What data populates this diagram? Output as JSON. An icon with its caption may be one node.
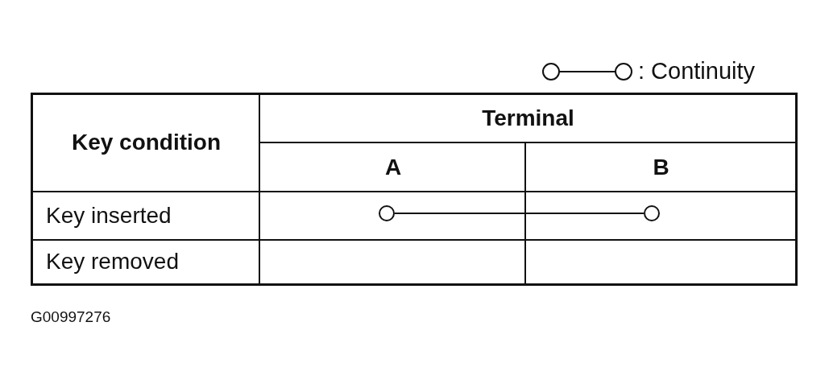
{
  "diagram": {
    "nodes": [
      {
        "text": [],
        "shape": "circle"
      },
      {
        "text": [],
        "shape": "circle"
      }
    ],
    "edges": [
      {
        "from": 0,
        "to": 1,
        "arrow": "none"
      }
    ],
    "labels": [
      "Key condition",
      "Terminal",
      "A",
      "B",
      "Key inserted",
      "Key removed",
      "G00997276"
    ],
    "legend": [
      {
        "text": ": Continuity"
      }
    ]
  }
}
